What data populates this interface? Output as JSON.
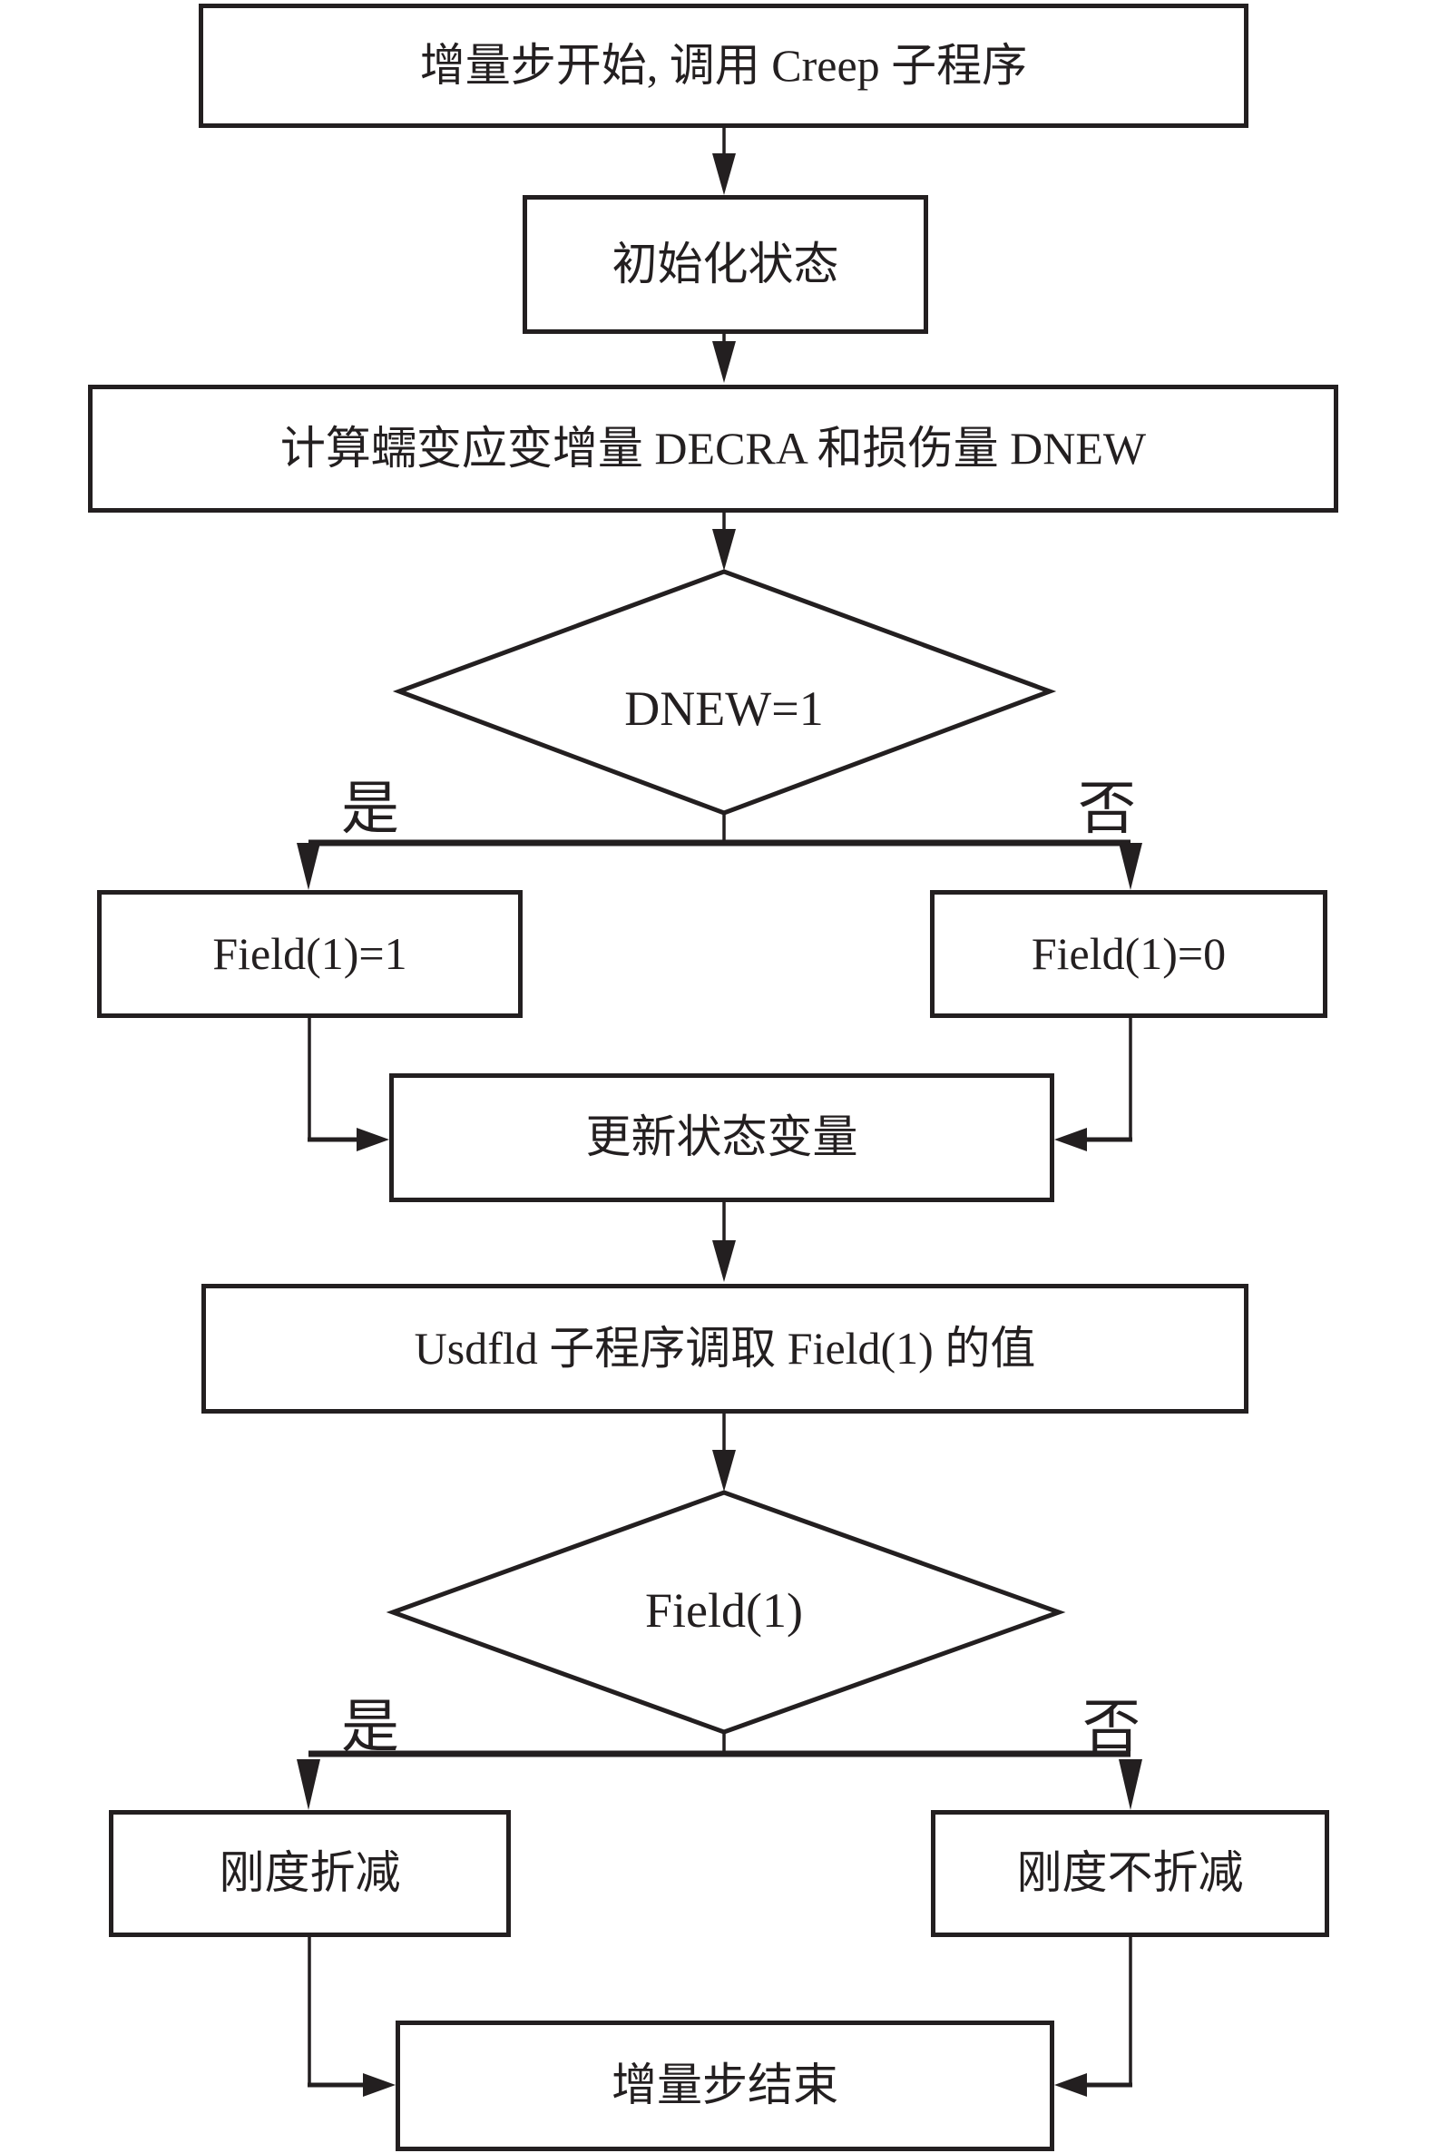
{
  "diagram": {
    "type": "flowchart",
    "background": "#ffffff",
    "line_color": "#231f20",
    "nodes": {
      "start": {
        "shape": "rect",
        "label": "增量步开始, 调用 Creep 子程序"
      },
      "init": {
        "shape": "rect",
        "label": "初始化状态"
      },
      "calc": {
        "shape": "rect",
        "label": "计算蠕变应变增量 DECRA 和损伤量 DNEW"
      },
      "decision_dnew": {
        "shape": "diamond",
        "label": "DNEW=1"
      },
      "field_yes": {
        "shape": "rect",
        "label": "Field(1)=1"
      },
      "field_no": {
        "shape": "rect",
        "label": "Field(1)=0"
      },
      "update": {
        "shape": "rect",
        "label": "更新状态变量"
      },
      "usdfld": {
        "shape": "rect",
        "label": "Usdfld 子程序调取 Field(1) 的值"
      },
      "decision_field": {
        "shape": "diamond",
        "label": "Field(1)"
      },
      "stiff_reduce": {
        "shape": "rect",
        "label": "刚度折减"
      },
      "stiff_no_reduce": {
        "shape": "rect",
        "label": "刚度不折减"
      },
      "end": {
        "shape": "rect",
        "label": "增量步结束"
      }
    },
    "branch_labels": {
      "dnew_yes": "是",
      "dnew_no": "否",
      "field_yes": "是",
      "field_no": "否"
    },
    "edges": [
      {
        "from": "start",
        "to": "init"
      },
      {
        "from": "init",
        "to": "calc"
      },
      {
        "from": "calc",
        "to": "decision_dnew"
      },
      {
        "from": "decision_dnew",
        "to": "field_yes",
        "label": "是"
      },
      {
        "from": "decision_dnew",
        "to": "field_no",
        "label": "否"
      },
      {
        "from": "field_yes",
        "to": "update"
      },
      {
        "from": "field_no",
        "to": "update"
      },
      {
        "from": "update",
        "to": "usdfld"
      },
      {
        "from": "usdfld",
        "to": "decision_field"
      },
      {
        "from": "decision_field",
        "to": "stiff_reduce",
        "label": "是"
      },
      {
        "from": "decision_field",
        "to": "stiff_no_reduce",
        "label": "否"
      },
      {
        "from": "stiff_reduce",
        "to": "end"
      },
      {
        "from": "stiff_no_reduce",
        "to": "end"
      }
    ]
  }
}
